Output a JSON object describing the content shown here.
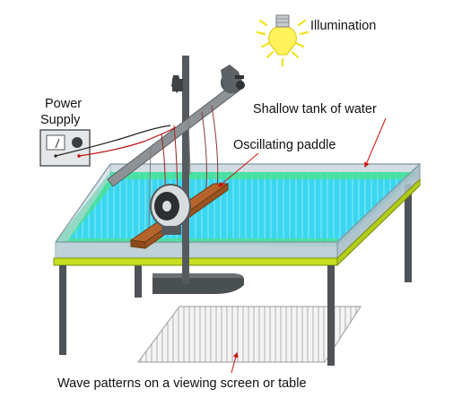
{
  "labels": {
    "illumination": "Illumination",
    "power_supply_line1": "Power",
    "power_supply_line2": "Supply",
    "shallow_tank": "Shallow tank of water",
    "oscillating_paddle": "Oscillating paddle",
    "wave_patterns": "Wave patterns on a viewing screen or table"
  },
  "colors": {
    "water": "#3ad6f0",
    "water_edge_green": "#4ce38a",
    "table_rim": "#c6e020",
    "paddle": "#b5652b",
    "bulb": "#fff25a",
    "bulb_rays": "#f3e21a",
    "pointer_arrow": "#cc1111",
    "stand": "#555a5e"
  }
}
